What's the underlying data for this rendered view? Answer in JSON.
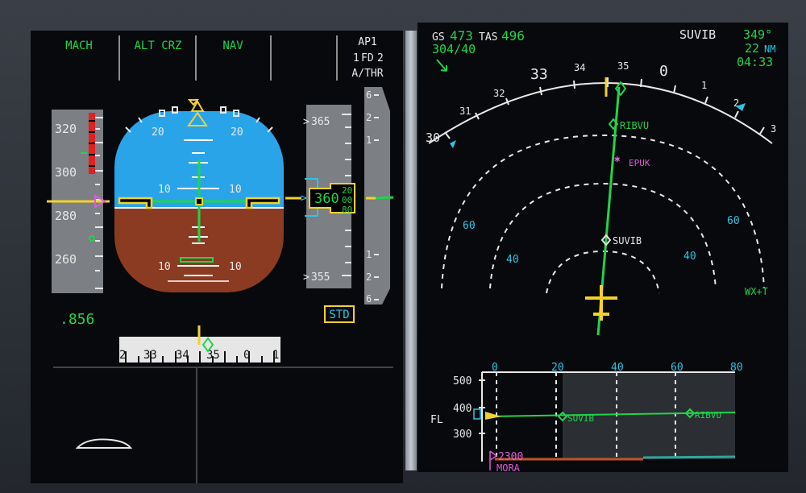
{
  "fma": {
    "col1": "MACH",
    "col2": "ALT CRZ",
    "col3": "NAV",
    "ap": "AP1",
    "fd_left": "1",
    "fd_mid": "FD",
    "fd_right": "2",
    "athr": "A/THR"
  },
  "speed_tape": {
    "ticks": [
      "320",
      "300",
      "280",
      "260"
    ],
    "mach": ".856"
  },
  "attitude": {
    "pitch_labels": [
      "10",
      "10",
      "10",
      "10",
      "20",
      "20"
    ]
  },
  "altitude_tape": {
    "upper_label": "365",
    "lower_label": "355",
    "current_main": "360",
    "drum_top": "20",
    "drum_mid": "00",
    "drum_bot": "80",
    "baro": "STD"
  },
  "vsi": {
    "scale_top": [
      "6",
      "2",
      "1"
    ],
    "scale_bottom": [
      "1",
      "2",
      "6"
    ]
  },
  "heading_tape": {
    "labels": [
      "2",
      "33",
      "34",
      "35",
      "0",
      "1"
    ]
  },
  "nd": {
    "gs_label": "GS",
    "gs_value": "473",
    "tas_label": "TAS",
    "tas_value": "496",
    "wind": "304/40",
    "next_wpt": "SUVIB",
    "wpt_brg": "349°",
    "wpt_dist": "22",
    "dist_unit": "NM",
    "eta": "04:33",
    "compass_labels": [
      "30",
      "31",
      "32",
      "33",
      "34",
      "35",
      "0",
      "1",
      "2",
      "3"
    ],
    "range_labels": [
      "60",
      "40",
      "40",
      "60"
    ],
    "waypoints": [
      "RIBVU",
      "EPUK",
      "SUVIB"
    ],
    "wx": "WX+T"
  },
  "vd": {
    "x_labels": [
      "0",
      "20",
      "40",
      "60",
      "80"
    ],
    "y_labels": [
      "500",
      "400",
      "300"
    ],
    "fl_label": "FL",
    "wpt1": "SUVIB",
    "wpt2": "RIBVU",
    "mora_value": "2300",
    "mora_label": "MORA"
  },
  "colors": {
    "green": "#21d44a",
    "cyan": "#2ec4e6",
    "yellow": "#f2d22a",
    "magenta": "#e05ad8",
    "sky": "#2aa4e8",
    "ground": "#8a3b22"
  }
}
